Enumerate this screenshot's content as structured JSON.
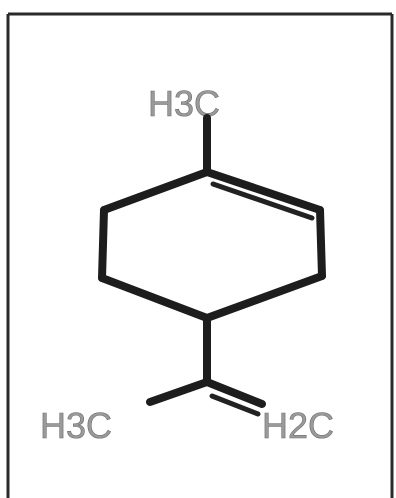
{
  "molecule": {
    "labels": {
      "top_methyl": "H3C",
      "bottom_left_methyl": "H3C",
      "bottom_right_methylene": "H2C"
    }
  }
}
